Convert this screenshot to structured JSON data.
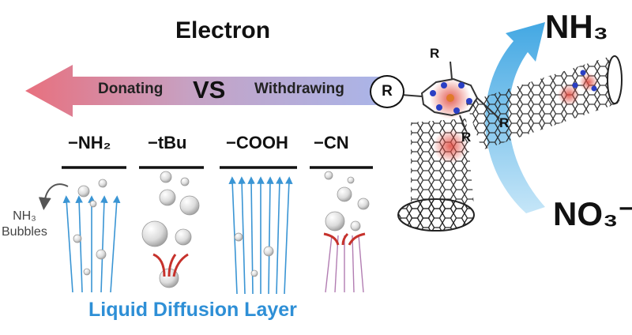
{
  "title": "Electron",
  "arrow": {
    "left_label": "Donating",
    "middle_label": "VS",
    "right_label": "Withdrawing"
  },
  "groups": [
    {
      "label": "−NH₂"
    },
    {
      "label": "−tBu"
    },
    {
      "label": "−COOH"
    },
    {
      "label": "−CN"
    }
  ],
  "bubbles_label": {
    "line1": "NH₃",
    "line2": "Bubbles"
  },
  "layer_label": "Liquid Diffusion Layer",
  "product": "NH₃",
  "reactant": "NO₃⁻",
  "substituent_label": "R",
  "colors": {
    "donating": "#e8707e",
    "withdrawing": "#8a9be0",
    "flow_arrow": "#2e9ee0",
    "highlight": "#d83a2a",
    "nitrogen": "#2a3fc4"
  }
}
